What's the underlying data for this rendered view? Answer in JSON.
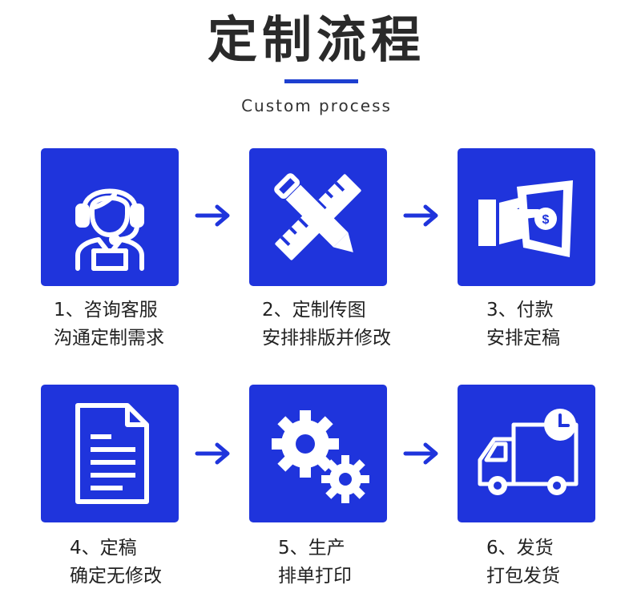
{
  "header": {
    "title": "定制流程",
    "subtitle": "Custom process"
  },
  "colors": {
    "accent": "#1f34dc",
    "text": "#222222"
  },
  "steps": [
    {
      "title": "1、咨询客服",
      "desc": "沟通定制需求",
      "icon": "customer-service-icon"
    },
    {
      "title": "2、定制传图",
      "desc": "安排排版并修改",
      "icon": "design-tools-icon"
    },
    {
      "title": "3、付款",
      "desc": "安排定稿",
      "icon": "payment-icon"
    },
    {
      "title": "4、定稿",
      "desc": "确定无修改",
      "icon": "document-icon"
    },
    {
      "title": "5、生产",
      "desc": "排单打印",
      "icon": "gears-icon"
    },
    {
      "title": "6、发货",
      "desc": "打包发货",
      "icon": "delivery-truck-icon"
    }
  ]
}
